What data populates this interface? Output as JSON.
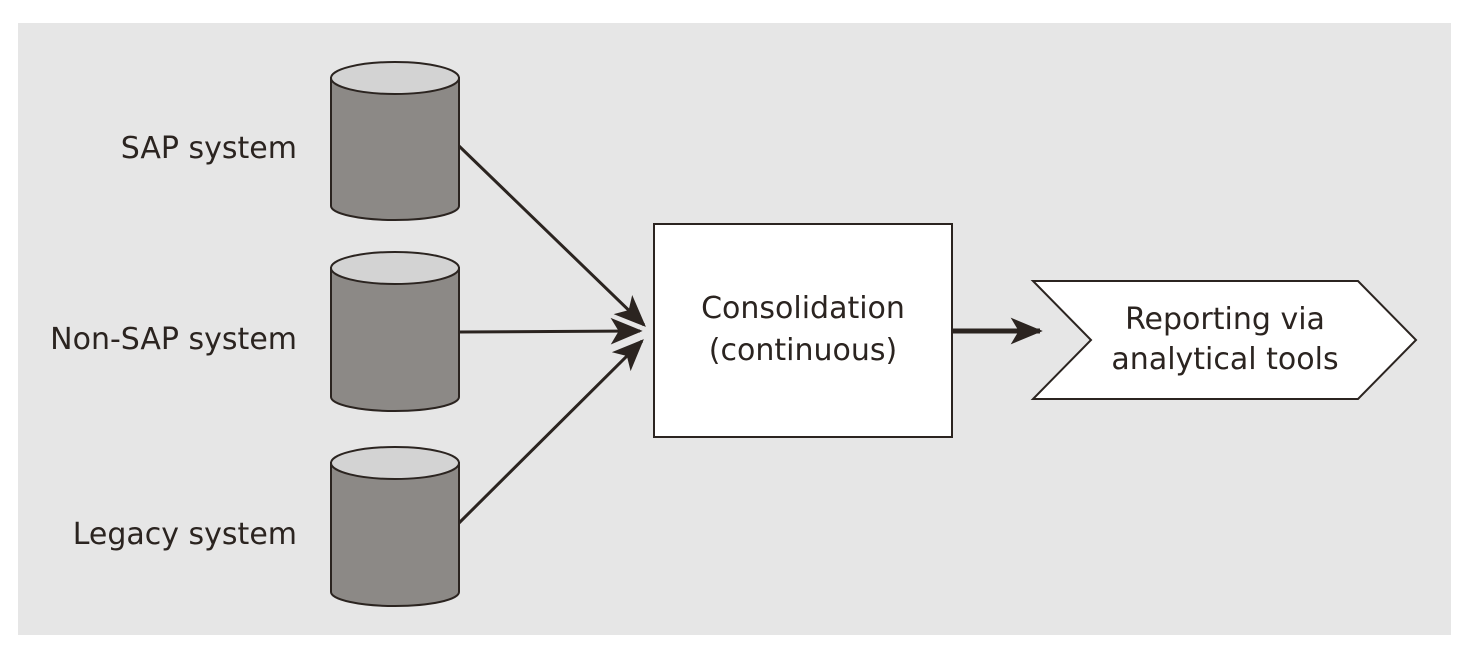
{
  "sources": [
    {
      "label": "SAP system"
    },
    {
      "label": "Non-SAP system"
    },
    {
      "label": "Legacy system"
    }
  ],
  "consolidation": {
    "line1": "Consolidation",
    "line2": "(continuous)"
  },
  "reporting": {
    "line1": "Reporting via",
    "line2": "analytical tools"
  },
  "colors": {
    "background": "#e6e6e6",
    "cylinder_body": "#8c8986",
    "cylinder_top": "#d3d3d3",
    "stroke": "#2b2420",
    "box_fill": "#ffffff"
  }
}
